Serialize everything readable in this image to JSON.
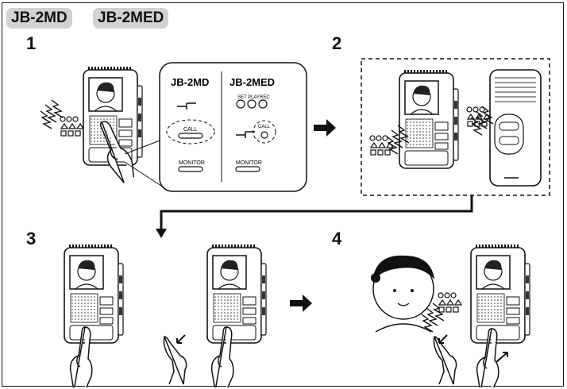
{
  "models": [
    "JB-2MD",
    "JB-2MED"
  ],
  "steps": [
    "1",
    "2",
    "3",
    "4"
  ],
  "callout": {
    "col1_title": "JB-2MD",
    "col2_title": "JB-2MED",
    "btn_set": "SET",
    "btn_play": "PLAY",
    "btn_rec": "REC",
    "call_label": "CALL",
    "call_label_2": "CALL",
    "monitor_label": "MONITOR",
    "monitor_label_2": "MONITOR"
  }
}
